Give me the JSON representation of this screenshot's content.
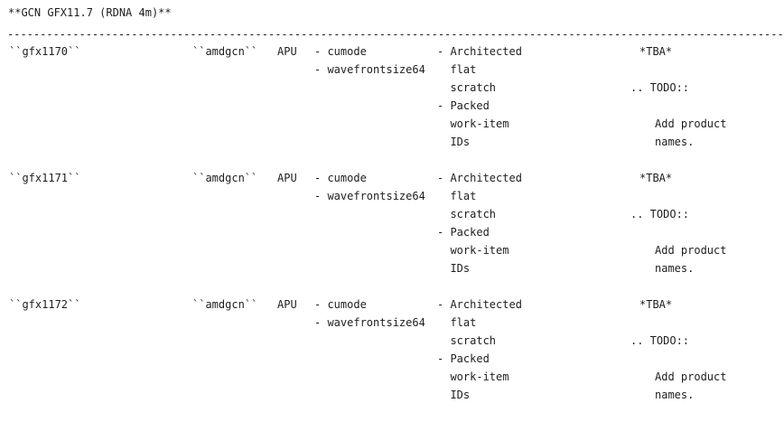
{
  "page": {
    "title": "**GCN GFX11.7 (RDNA 4m)**",
    "separator": "-----------------------------------------------------------------------------------------------------------------------------"
  },
  "rows": [
    {
      "target": "``gfx1170``",
      "triple": "``amdgcn``",
      "kind": "APU",
      "features": [
        "- cumode",
        "- wavefrontsize64"
      ],
      "properties": [
        "- Architected",
        "  flat",
        "  scratch",
        "- Packed",
        "  work-item",
        "  IDs"
      ],
      "status": "*TBA*",
      "todo": ".. TODO::",
      "todo_lines": [
        "Add product",
        "names."
      ]
    },
    {
      "target": "``gfx1171``",
      "triple": "``amdgcn``",
      "kind": "APU",
      "features": [
        "- cumode",
        "- wavefrontsize64"
      ],
      "properties": [
        "- Architected",
        "  flat",
        "  scratch",
        "- Packed",
        "  work-item",
        "  IDs"
      ],
      "status": "*TBA*",
      "todo": ".. TODO::",
      "todo_lines": [
        "Add product",
        "names."
      ]
    },
    {
      "target": "``gfx1172``",
      "triple": "``amdgcn``",
      "kind": "APU",
      "features": [
        "- cumode",
        "- wavefrontsize64"
      ],
      "properties": [
        "- Architected",
        "  flat",
        "  scratch",
        "- Packed",
        "  work-item",
        "  IDs"
      ],
      "status": "*TBA*",
      "todo": ".. TODO::",
      "todo_lines": [
        "Add product",
        "names."
      ]
    }
  ]
}
